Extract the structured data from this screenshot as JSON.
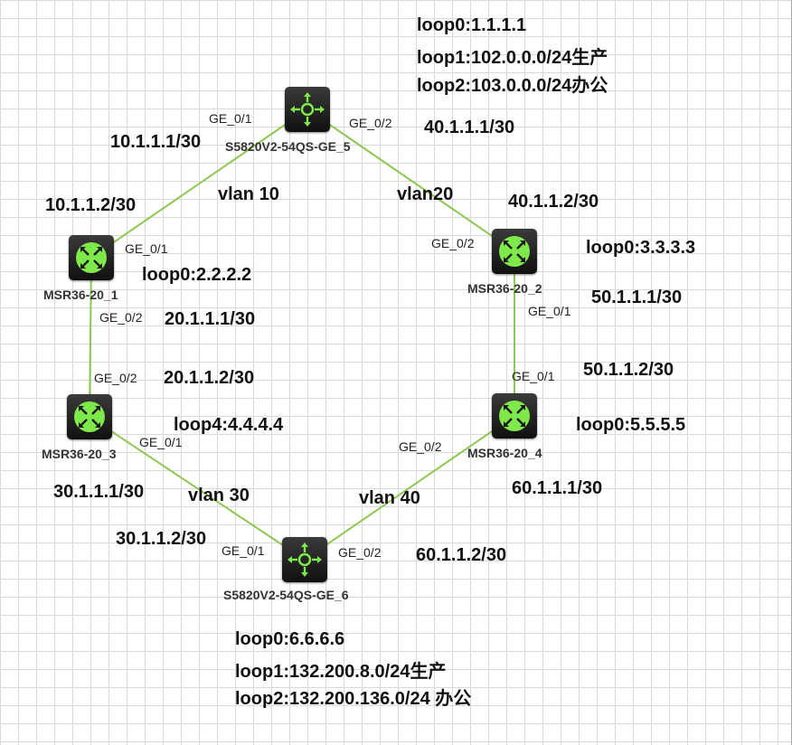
{
  "colors": {
    "link": "#8cc850",
    "icon_bg": "#1a1a1a",
    "icon_glyph": "#7fe84a"
  },
  "devices": {
    "sw5": {
      "name": "S5820V2-54QS-GE_5",
      "icon": "switch-icon"
    },
    "r1": {
      "name": "MSR36-20_1",
      "icon": "router-icon"
    },
    "r2": {
      "name": "MSR36-20_2",
      "icon": "router-icon"
    },
    "r3": {
      "name": "MSR36-20_3",
      "icon": "router-icon"
    },
    "r4": {
      "name": "MSR36-20_4",
      "icon": "router-icon"
    },
    "sw6": {
      "name": "S5820V2-54QS-GE_6",
      "icon": "switch-icon"
    }
  },
  "ports": {
    "sw5_ge01": "GE_0/1",
    "sw5_ge02": "GE_0/2",
    "r1_ge01": "GE_0/1",
    "r1_ge02": "GE_0/2",
    "r2_ge02": "GE_0/2",
    "r2_ge01": "GE_0/1",
    "r3_ge02": "GE_0/2",
    "r3_ge01": "GE_0/1",
    "r4_ge01": "GE_0/1",
    "r4_ge02": "GE_0/2",
    "sw6_ge01": "GE_0/1",
    "sw6_ge02": "GE_0/2"
  },
  "sw5_info": {
    "loop0": "loop0:1.1.1.1",
    "loop1": "loop1:102.0.0.0/24生产",
    "loop2": "loop2:103.0.0.0/24办公"
  },
  "sw6_info": {
    "loop0": "loop0:6.6.6.6",
    "loop1": "loop1:132.200.8.0/24生产",
    "loop2": "loop2:132.200.136.0/24 办公"
  },
  "addresses": {
    "a_10_1": "10.1.1.1/30",
    "a_10_2": "10.1.1.2/30",
    "a_40_1": "40.1.1.1/30",
    "a_40_2": "40.1.1.2/30",
    "loop_r1": "loop0:2.2.2.2",
    "loop_r2": "loop0:3.3.3.3",
    "a_20_1": "20.1.1.1/30",
    "a_20_2": "20.1.1.2/30",
    "a_50_1": "50.1.1.1/30",
    "a_50_2": "50.1.1.2/30",
    "loop_r3": "loop4:4.4.4.4",
    "loop_r4": "loop0:5.5.5.5",
    "a_30_1": "30.1.1.1/30",
    "a_30_2": "30.1.1.2/30",
    "a_60_1": "60.1.1.1/30",
    "a_60_2": "60.1.1.2/30"
  },
  "vlans": {
    "v10": "vlan 10",
    "v20": "vlan20",
    "v30": "vlan 30",
    "v40": "vlan 40"
  }
}
